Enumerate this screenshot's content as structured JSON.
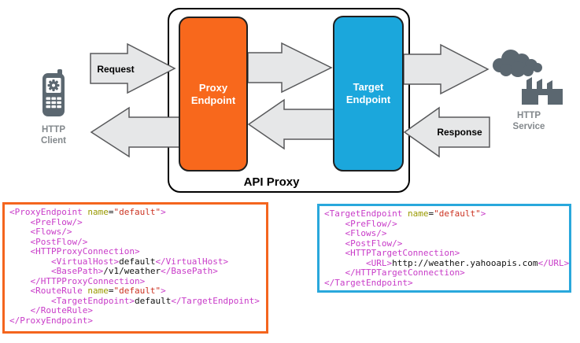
{
  "diagram": {
    "api_proxy_label": "API Proxy",
    "proxy_endpoint": {
      "line1": "Proxy",
      "line2": "Endpoint"
    },
    "target_endpoint": {
      "line1": "Target",
      "line2": "Endpoint"
    },
    "request_label": "Request",
    "response_label": "Response",
    "http_client": {
      "line1": "HTTP",
      "line2": "Client",
      "icon": "mobile-phone-gear-icon"
    },
    "http_service": {
      "line1": "HTTP",
      "line2": "Service",
      "icon": "factory-smoke-icon"
    }
  },
  "colors": {
    "proxy_orange": "#F8681C",
    "target_blue": "#1BA7DC",
    "arrow_fill": "#E6E7E8",
    "arrow_stroke": "#58595B",
    "icon_gray": "#5B6770",
    "actor_label_gray": "#83888C",
    "code_tag": "#C83BC8",
    "code_attr_name": "#999900",
    "code_attr_value": "#CC3322",
    "code_text": "#111111",
    "proxy_code_border": "#F4651E",
    "target_code_border": "#29A8DC"
  },
  "code_blocks": {
    "proxy_endpoint": {
      "lines": [
        [
          {
            "c": "tag",
            "t": "<ProxyEndpoint "
          },
          {
            "c": "attr",
            "t": "name"
          },
          {
            "c": "txt",
            "t": "="
          },
          {
            "c": "val",
            "t": "\"default\""
          },
          {
            "c": "tag",
            "t": ">"
          }
        ],
        [
          {
            "c": "tag",
            "t": "    <PreFlow/>"
          }
        ],
        [
          {
            "c": "tag",
            "t": "    <Flows/>"
          }
        ],
        [
          {
            "c": "tag",
            "t": "    <PostFlow/>"
          }
        ],
        [
          {
            "c": "tag",
            "t": "    <HTTPProxyConnection>"
          }
        ],
        [
          {
            "c": "tag",
            "t": "        <VirtualHost>"
          },
          {
            "c": "txt",
            "t": "default"
          },
          {
            "c": "tag",
            "t": "</VirtualHost>"
          }
        ],
        [
          {
            "c": "tag",
            "t": "        <BasePath>"
          },
          {
            "c": "txt",
            "t": "/v1/weather"
          },
          {
            "c": "tag",
            "t": "</BasePath>"
          }
        ],
        [
          {
            "c": "tag",
            "t": "    </HTTPProxyConnection>"
          }
        ],
        [
          {
            "c": "tag",
            "t": "    <RouteRule "
          },
          {
            "c": "attr",
            "t": "name"
          },
          {
            "c": "txt",
            "t": "="
          },
          {
            "c": "val",
            "t": "\"default\""
          },
          {
            "c": "tag",
            "t": ">"
          }
        ],
        [
          {
            "c": "tag",
            "t": "        <TargetEndpoint>"
          },
          {
            "c": "txt",
            "t": "default"
          },
          {
            "c": "tag",
            "t": "</TargetEndpoint>"
          }
        ],
        [
          {
            "c": "tag",
            "t": "    </RouteRule>"
          }
        ],
        [
          {
            "c": "tag",
            "t": "</ProxyEndpoint>"
          }
        ]
      ]
    },
    "target_endpoint": {
      "lines": [
        [
          {
            "c": "tag",
            "t": "<TargetEndpoint "
          },
          {
            "c": "attr",
            "t": "name"
          },
          {
            "c": "txt",
            "t": "="
          },
          {
            "c": "val",
            "t": "\"default\""
          },
          {
            "c": "tag",
            "t": ">"
          }
        ],
        [
          {
            "c": "tag",
            "t": "    <PreFlow/>"
          }
        ],
        [
          {
            "c": "tag",
            "t": "    <Flows/>"
          }
        ],
        [
          {
            "c": "tag",
            "t": "    <PostFlow/>"
          }
        ],
        [
          {
            "c": "tag",
            "t": "    <HTTPTargetConnection>"
          }
        ],
        [
          {
            "c": "tag",
            "t": "        <URL>"
          },
          {
            "c": "txt",
            "t": "http://weather.yahooapis.com"
          },
          {
            "c": "tag",
            "t": "</URL>"
          }
        ],
        [
          {
            "c": "tag",
            "t": "    </HTTPTargetConnection>"
          }
        ],
        [
          {
            "c": "tag",
            "t": "</TargetEndpoint>"
          }
        ]
      ]
    }
  }
}
